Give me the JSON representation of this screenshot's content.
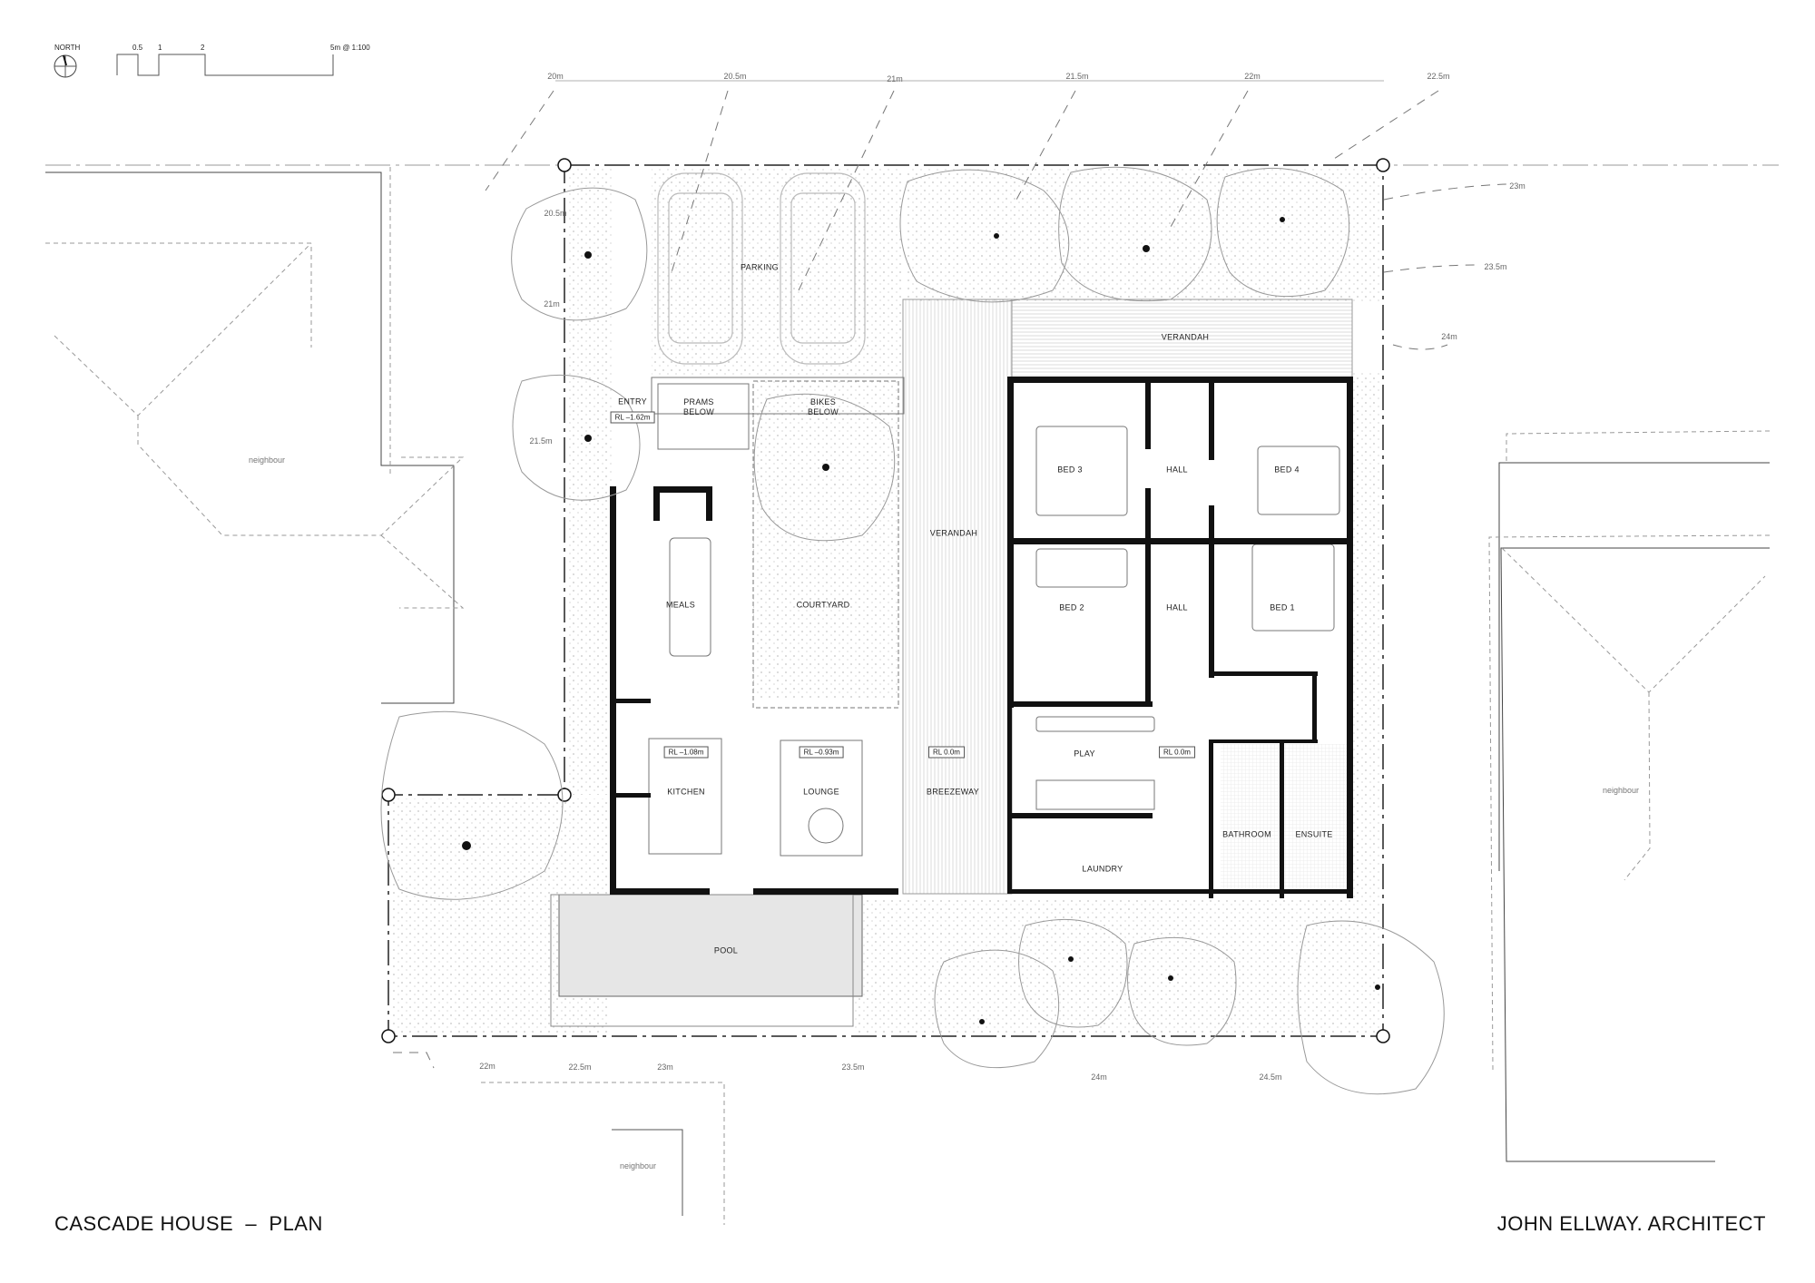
{
  "title_block": {
    "project_title": "CASCADE HOUSE  –  PLAN",
    "architect": "JOHN ELLWAY. ARCHITECT"
  },
  "legend": {
    "north_label": "NORTH",
    "north_icon": "north-arrow-icon",
    "scale_bar": {
      "ticks": [
        "0.5",
        "1",
        "2",
        "5m @ 1:100"
      ]
    }
  },
  "contours": {
    "top": [
      "20m",
      "20.5m",
      "21m",
      "21.5m",
      "22m",
      "22.5m"
    ],
    "left": [
      "20.5m",
      "21m",
      "21.5m"
    ],
    "right": [
      "23m",
      "23.5m",
      "24m"
    ],
    "bottom": [
      "22m",
      "22.5m",
      "23m",
      "23.5m",
      "24m",
      "24.5m"
    ]
  },
  "rooms": {
    "parking": "PARKING",
    "entry": "ENTRY",
    "prams": "PRAMS BELOW",
    "bikes": "BIKES BELOW",
    "meals": "MEALS",
    "courtyard": "COURTYARD",
    "kitchen": "KITCHEN",
    "lounge": "LOUNGE",
    "verandah_side": "VERANDAH",
    "verandah_top": "VERANDAH",
    "breezeway": "BREEZEWAY",
    "bed3": "BED 3",
    "hall1": "HALL",
    "bed4": "BED 4",
    "bed2": "BED 2",
    "hall2": "HALL",
    "bed1": "BED 1",
    "play": "PLAY",
    "laundry": "LAUNDRY",
    "bathroom": "BATHROOM",
    "ensuite": "ENSUITE",
    "pool": "POOL"
  },
  "levels": {
    "entry": "RL –1.62m",
    "kitchen": "RL –1.08m",
    "lounge": "RL –0.93m",
    "breezeway": "RL 0.0m",
    "play": "RL 0.0m"
  },
  "neighbours": {
    "left": "neighbour",
    "right": "neighbour",
    "bottom": "neighbour"
  }
}
